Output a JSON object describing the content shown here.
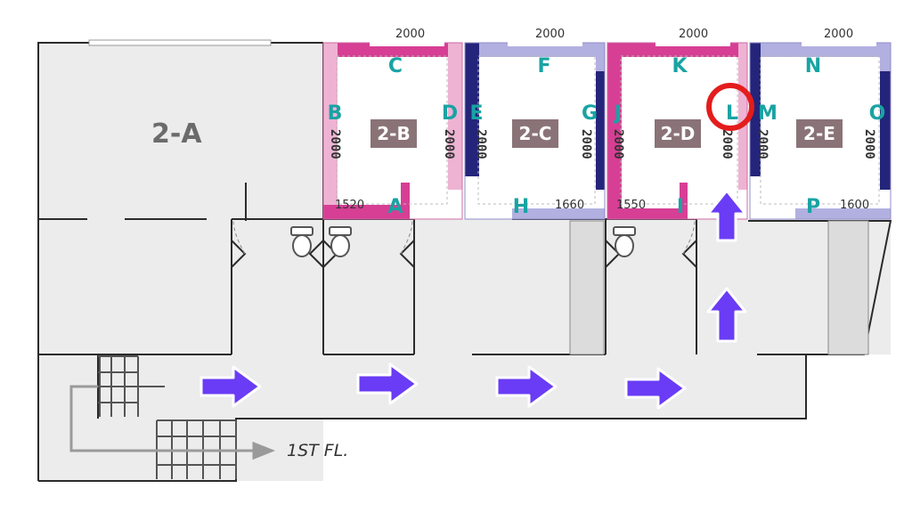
{
  "rooms": {
    "main": "2-A",
    "b": "2-B",
    "c": "2-C",
    "d": "2-D",
    "e": "2-E"
  },
  "top_dimensions": [
    "2000",
    "2000",
    "2000",
    "2000"
  ],
  "side_dimension": "2000",
  "bottom_dimensions": {
    "b": "1520",
    "c": "1660",
    "d": "1550",
    "e": "1600"
  },
  "wall_labels": [
    "A",
    "B",
    "C",
    "D",
    "E",
    "F",
    "G",
    "H",
    "I",
    "J",
    "K",
    "L",
    "M",
    "N",
    "O",
    "P"
  ],
  "highlighted_wall": "L",
  "exit_label": "1ST FL.",
  "colors": {
    "pink": "#d63f94",
    "light_pink": "#eeb3d3",
    "navy": "#24257a",
    "lavender": "#b2b0e0",
    "arrow": "#6a3cf5",
    "label_teal": "#19a3a3",
    "booth_tag": "#8a7377",
    "floor": "#ececec",
    "highlight": "#e41c1c"
  },
  "icons": [
    "arrow-right-icon",
    "arrow-up-icon",
    "toilet-icon",
    "highlight-circle-icon"
  ]
}
